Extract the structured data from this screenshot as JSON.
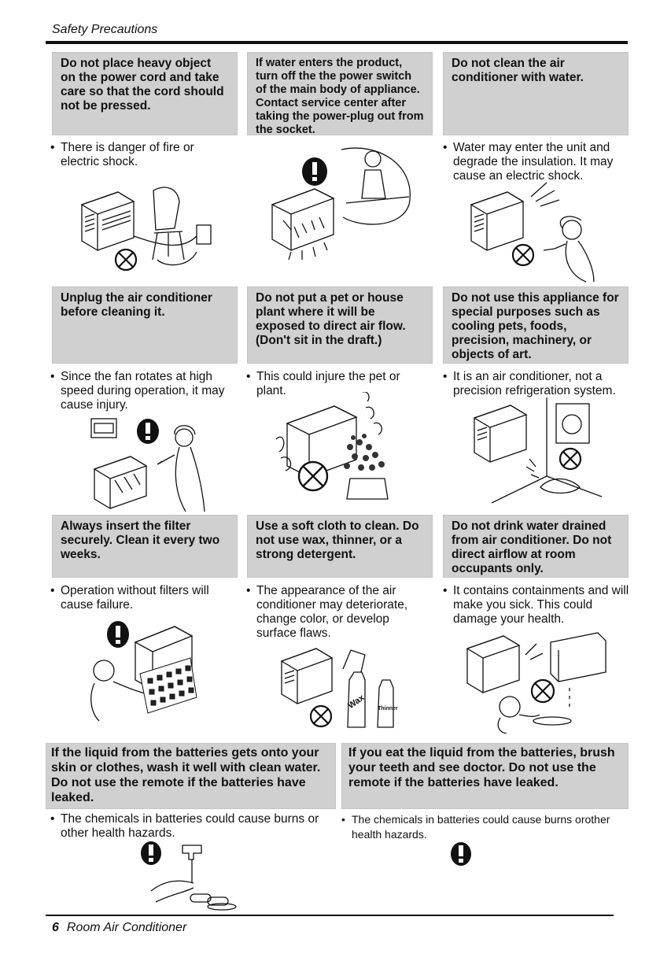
{
  "header": {
    "title": "Safety Precautions"
  },
  "rows": [
    {
      "cells": [
        {
          "heading": "Do not place heavy object on the power cord and take care so that the cord should not be pressed.",
          "note": "There is danger of fire or electric shock."
        },
        {
          "heading": "If water enters the product, turn off the the power switch of the main body of appliance. Contact service center after taking the power-plug out from the socket.",
          "note": ""
        },
        {
          "heading": "Do not clean the air conditioner with water.",
          "note": "Water may enter the unit and degrade the insulation. It may cause an electric shock."
        }
      ]
    },
    {
      "cells": [
        {
          "heading": "Unplug the air conditioner before cleaning it.",
          "note": "Since the fan rotates at high speed during operation, it may cause injury."
        },
        {
          "heading": "Do not put a pet or house plant where it will be exposed to direct air flow. (Don't sit in the draft.)",
          "note": "This could injure the pet or plant."
        },
        {
          "heading": "Do not use this appliance for special purposes such as cooling pets, foods, precision, machinery, or objects of art.",
          "note": "It is an air conditioner, not a precision refrigeration system."
        }
      ]
    },
    {
      "cells": [
        {
          "heading": "Always insert the filter securely. Clean it every two weeks.",
          "note": "Operation without filters will cause failure."
        },
        {
          "heading": "Use a soft cloth to clean. Do not use wax, thinner, or a strong detergent.",
          "note": "The appearance of the air conditioner may deteriorate, change color, or develop surface flaws."
        },
        {
          "heading": "Do not drink water drained from air conditioner. Do not direct airflow at room occupants only.",
          "note": "It contains containments and will make you sick. This could damage your health."
        }
      ]
    },
    {
      "cells": [
        {
          "heading": "If the liquid from the batteries gets onto your skin or clothes, wash it well with clean water. Do not use the remote if the batteries have leaked.",
          "note": "The chemicals in batteries could cause burns or other health hazards."
        },
        {
          "heading": "If you eat the liquid from the batteries, brush your teeth and see doctor. Do not use the remote if the batteries have leaked.",
          "note": "The chemicals in batteries could cause burns orother health hazards."
        }
      ]
    }
  ],
  "labels": {
    "wax": "Wax",
    "thinner": "Thinner"
  },
  "footer": {
    "page_number": "6",
    "title": "Room Air Conditioner"
  },
  "icons": [
    "warning-icon",
    "prohibited-icon"
  ],
  "colors": {
    "box_bg": "#d0d0d0",
    "rule": "#111111"
  }
}
